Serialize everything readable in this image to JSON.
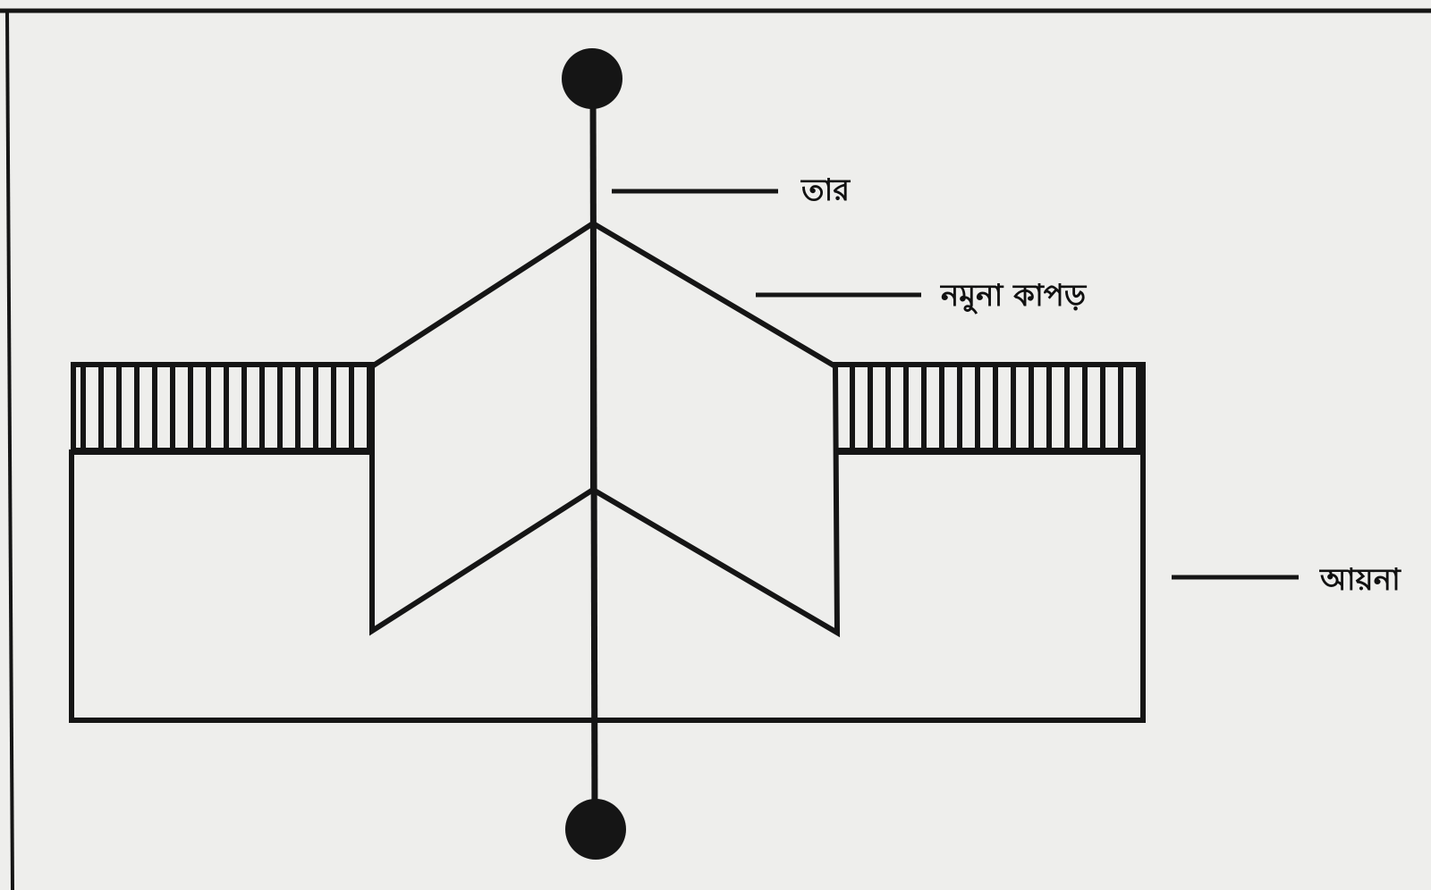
{
  "diagram": {
    "labels": {
      "wire": "তার",
      "sample_cloth": "নমুনা কাপড়",
      "mirror": "আয়না"
    },
    "colors": {
      "ink": "#151515",
      "paper": "#eeeeec"
    }
  }
}
